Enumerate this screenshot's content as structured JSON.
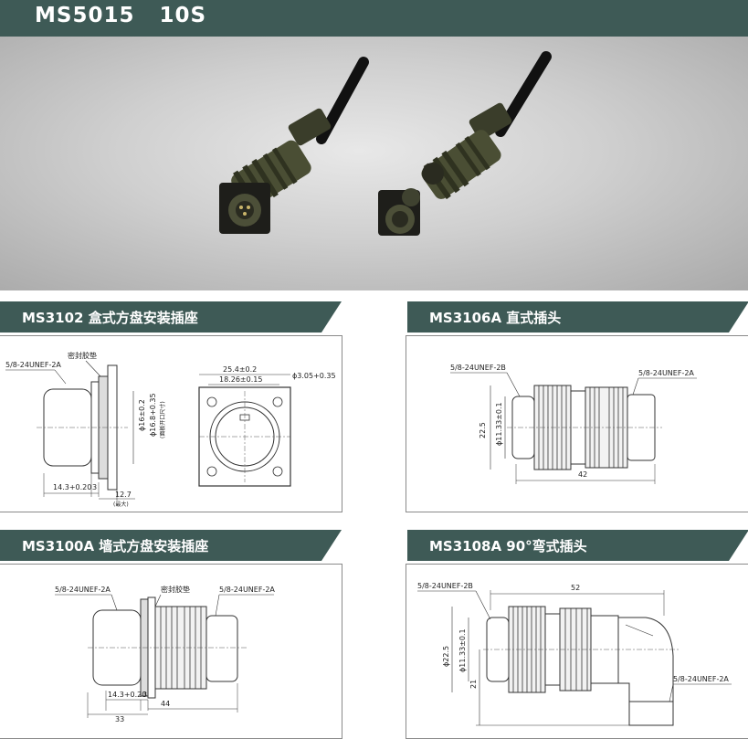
{
  "header": {
    "title": "MS5015   10S"
  },
  "sections": {
    "ms3102": {
      "title": "MS3102 盒式方盘安装插座",
      "labels": {
        "thread": "5/8-24UNEF-2A",
        "seal": "密封胶垫",
        "d1": "ϕ16±0.2",
        "d2": "ϕ16.8+0.35",
        "d2_note": "(面板开口尺寸)",
        "w1": "25.4±0.2",
        "w2": "18.26±0.15",
        "hole": "ϕ3.05+0.35",
        "len1": "14.3+0.20",
        "len2": "3",
        "len3": "12.7",
        "len3_note": "(最大)"
      }
    },
    "ms3106a": {
      "title": "MS3106A 直式插头",
      "labels": {
        "thread_b": "5/8-24UNEF-2B",
        "thread_a": "5/8-24UNEF-2A",
        "d1": "22.5",
        "d2": "ϕ11.33±0.1",
        "len": "42"
      }
    },
    "ms3100a": {
      "title": "MS3100A 墙式方盘安装插座",
      "labels": {
        "thread_left": "5/8-24UNEF-2A",
        "seal": "密封胶垫",
        "thread_right": "5/8-24UNEF-2A",
        "len1": "14.3+0.20",
        "len2": "3",
        "len3": "44",
        "len4": "33"
      }
    },
    "ms3108a": {
      "title": "MS3108A 90°弯式插头",
      "labels": {
        "thread_b": "5/8-24UNEF-2B",
        "len": "52",
        "d1": "ϕ22.5",
        "d2": "ϕ11.33±0.1",
        "h": "21",
        "thread_a": "5/8-24UNEF-2A"
      }
    }
  },
  "colors": {
    "header_bg": "#3e5a56",
    "connector": "#454a32",
    "photo_bg": "#cfcfcf"
  }
}
